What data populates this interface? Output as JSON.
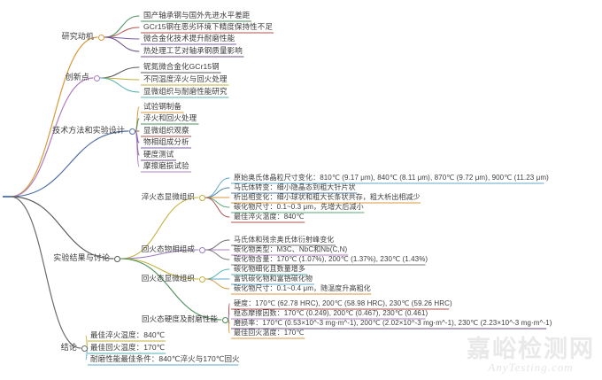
{
  "title": "GCr15轴承钢热处理研究思维导图",
  "root": {
    "label": ""
  },
  "watermark": {
    "cn": "嘉峪检测网",
    "en": "AnyTesting.com"
  },
  "branches": [
    {
      "id": "research-motivation",
      "label": "研究动机",
      "color": "#d99a3c",
      "children": [
        {
          "label": "国产轴承钢与国外先进水平差距",
          "color": "#4a8f5a"
        },
        {
          "label": "GCr15钢在恶劣环境下精度保持性不足",
          "color": "#b0504f"
        },
        {
          "label": "微合金化技术提升耐磨性能",
          "color": "#7b5ea7"
        },
        {
          "label": "热处理工艺对轴承钢质量影响",
          "color": "#6b4f86"
        }
      ]
    },
    {
      "id": "innovation-points",
      "label": "创新点",
      "color": "#b07ec0",
      "children": [
        {
          "label": "铌氮微合金化GCr15钢",
          "color": "#5a5a5a"
        },
        {
          "label": "不同温度淬火与回火处理",
          "color": "#c2b23a"
        },
        {
          "label": "显微组织与耐磨性能研究",
          "color": "#4fb3b3"
        }
      ]
    },
    {
      "id": "methods-design",
      "label": "技术方法和实验设计",
      "color": "#4f6fa8",
      "children": [
        {
          "label": "试验钢制备",
          "color": "#d99a3c"
        },
        {
          "label": "淬火和回火处理",
          "color": "#4a8f5a"
        },
        {
          "label": "显微组织观察",
          "color": "#b0504f"
        },
        {
          "label": "物相组成分析",
          "color": "#7b5ea7"
        },
        {
          "label": "硬度测试",
          "color": "#6b4f86"
        },
        {
          "label": "摩擦磨损试验",
          "color": "#b07ec0"
        }
      ]
    },
    {
      "id": "results-discussion",
      "label": "实验结果与讨论",
      "color": "#5a5a5a",
      "children": [
        {
          "id": "quench-microstructure",
          "label": "淬火态显微组织",
          "color": "#c2b23a",
          "children": [
            {
              "label": "原始奥氏体晶粒尺寸变化：810℃ (9.17 μm), 840℃ (8.11 μm), 870℃ (9.72 μm), 900℃ (11.23 μm)",
              "color": "#5fa8c8"
            },
            {
              "label": "马氏体转变：细小隐晶态到粗大针片状",
              "color": "#4f7fa8"
            },
            {
              "label": "析出相变化：细小球状和粗大长条状共存，粗大析出相减少",
              "color": "#d99a3c"
            },
            {
              "label": "碳化物尺寸：0.1~0.3 μm，先增大后减小",
              "color": "#5aa87a"
            },
            {
              "label": "最佳淬火温度：840℃",
              "color": "#b0504f"
            }
          ]
        },
        {
          "id": "temper-phase",
          "label": "回火态物相组成",
          "color": "#9b7ec0",
          "children": [
            {
              "label": "马氏体和残余奥氏体衍射峰变化",
              "color": "#6b6b6b"
            },
            {
              "label": "碳化物类型：M3C、NbC和Nb(C,N)",
              "color": "#b07ec0"
            },
            {
              "label": "碳化物含量：170℃ (1.07%), 200℃ (1.37%), 230℃ (1.43%)",
              "color": "#7a7a7a"
            }
          ]
        },
        {
          "id": "temper-microstructure",
          "label": "回火态显微组织",
          "color": "#c2b23a",
          "children": [
            {
              "label": "碳化物细化且数量增多",
              "color": "#4fb3b3"
            },
            {
              "label": "富钒碳化物和富铬碳化物",
              "color": "#5fa8c8"
            },
            {
              "label": "碳化物尺寸：0.1~0.4 μm，随温度升高粗化",
              "color": "#d99a3c"
            }
          ]
        },
        {
          "id": "temper-hardness-wear",
          "label": "回火态硬度及耐磨性能",
          "color": "#4a8f5a",
          "children": [
            {
              "label": "硬度：170℃ (62.78 HRC), 200℃ (58.98 HRC), 230℃ (59.26 HRC)",
              "color": "#b0504f"
            },
            {
              "label": "稳态摩擦因数：170℃ (0.249), 200℃ (0.467), 230℃ (0.461)",
              "color": "#b07ec0"
            },
            {
              "label": "磨损率：170℃ (0.53×10^-3 mg·m^-1), 200℃ (2.02×10^-3 mg·m^-1), 230℃ (2.23×10^-3 mg·m^-1)",
              "color": "#6b4f86"
            },
            {
              "label": "最佳回火温度：170℃",
              "color": "#d99a3c"
            }
          ]
        }
      ]
    },
    {
      "id": "conclusion",
      "label": "结论",
      "color": "#6b6b6b",
      "children": [
        {
          "label": "最佳淬火温度：840℃",
          "color": "#c2b23a"
        },
        {
          "label": "最佳回火温度：170℃",
          "color": "#4fb3b3"
        },
        {
          "label": "耐磨性能最佳条件：840℃淬火与170℃回火",
          "color": "#5fa8c8"
        }
      ]
    }
  ]
}
